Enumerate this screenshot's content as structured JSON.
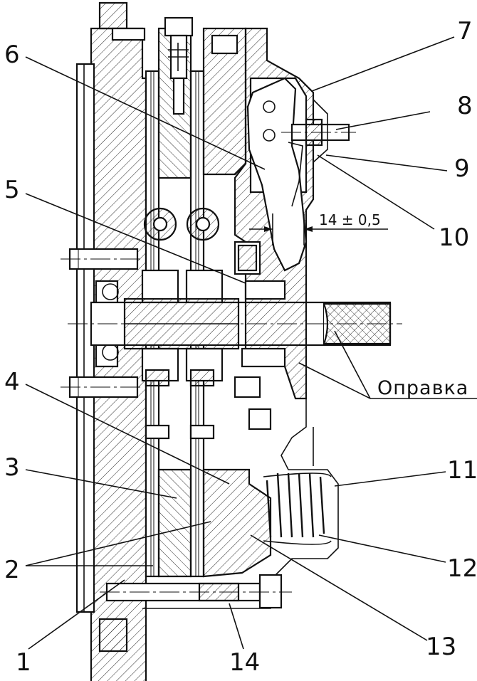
{
  "labels": {
    "l1": "1",
    "l2": "2",
    "l3": "3",
    "l4": "4",
    "l5": "5",
    "l6": "6",
    "l7": "7",
    "l8": "8",
    "l9": "9",
    "l10": "10",
    "l11": "11",
    "l12": "12",
    "l13": "13",
    "l14": "14",
    "opravka": "Оправка"
  },
  "dimension": "14 ± 0,5",
  "colors": {
    "ink": "#111111",
    "paper": "#ffffff"
  }
}
